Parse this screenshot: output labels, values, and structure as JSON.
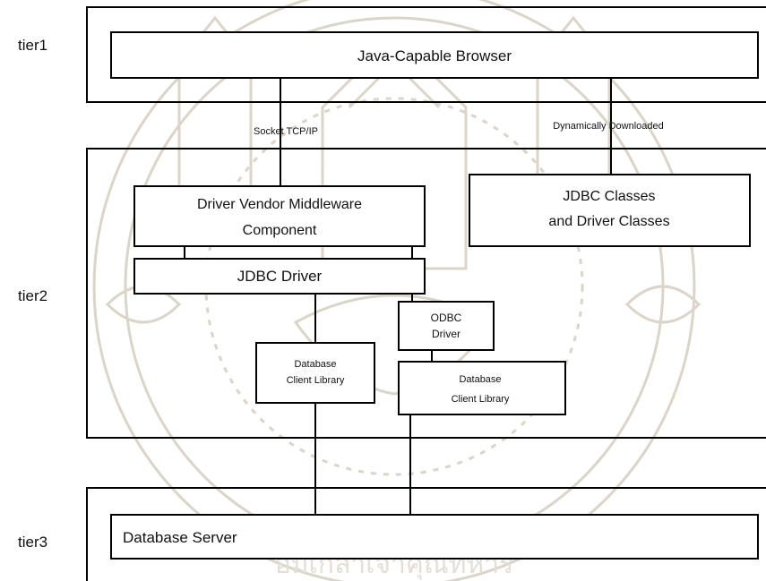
{
  "tiers": {
    "tier1": "tier1",
    "tier2": "tier2",
    "tier3": "tier3"
  },
  "tier1": {
    "browser": "Java-Capable Browser"
  },
  "connectors": {
    "socket": "Socket TCP/IP",
    "downloaded": "Dynamically Downloaded"
  },
  "tier2": {
    "middleware_line1": "Driver Vendor Middleware",
    "middleware_line2": "Component",
    "jdbc_classes_line1": "JDBC Classes",
    "jdbc_classes_line2": "and Driver Classes",
    "jdbc_driver": "JDBC Driver",
    "odbc_line1": "ODBC",
    "odbc_line2": "Driver",
    "dbclient_left_line1": "Database",
    "dbclient_left_line2": "Client Library",
    "dbclient_right_line1": "Database",
    "dbclient_right_line2": "Client Library"
  },
  "tier3": {
    "db_server": "Database Server"
  },
  "watermark": {
    "seal_text": "อมเกล้าเจ้าคุณทหาร"
  }
}
